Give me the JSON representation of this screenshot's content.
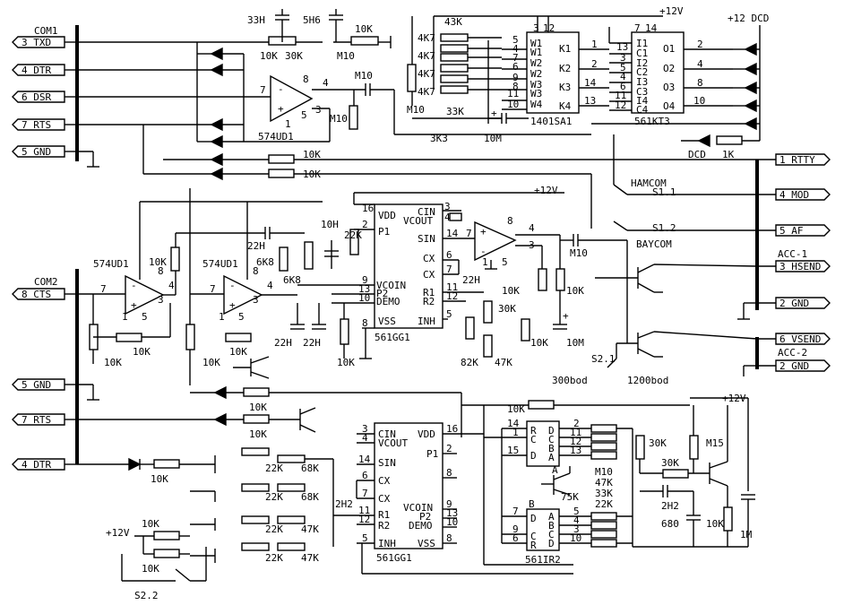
{
  "ports": {
    "com1": "COM1",
    "com2": "COM2",
    "txd": "3 TXD",
    "dtr": "4 DTR",
    "dsr": "6 DSR",
    "rts": "7 RTS",
    "gnd": "5 GND",
    "cts": "8 CTS",
    "gnd2": "5 GND",
    "rts2": "7 RTS",
    "dtr2": "4 DTR",
    "rtty": "1 RTTY",
    "mod": "4 MOD",
    "af": "5 AF",
    "hsend": "3 HSEND",
    "gnd3": "2 GND",
    "vsend": "6 VSEND",
    "gnd4": "2 GND",
    "acc1": "ACC-1",
    "acc2": "ACC-2"
  },
  "chips": {
    "u1": "574UD1",
    "u2": "574UD1",
    "u3": "574UD1",
    "sw": "1401SA1",
    "opto": "561KT3",
    "gg1a": "561GG1",
    "gg1b": "561GG1",
    "ir": "561IR2"
  },
  "power": {
    "p12": "+12V",
    "p12dcd": "+12 DCD"
  },
  "switches": {
    "hamcom": "HAMCOM",
    "s11": "S1.1",
    "s12": "S1.2",
    "baycom": "BAYCOM",
    "s21": "S2.1",
    "b300": "300bod",
    "b1200": "1200bod",
    "s22": "S2.2"
  },
  "parts": {
    "c33h": "33H",
    "c5h6": "5H6",
    "r10k": "10K",
    "r30k": "30K",
    "m10": "M10",
    "r43k": "43K",
    "r4k7": "4K7",
    "r33k": "33K",
    "r3k3": "3K3",
    "c10m": "10M",
    "r1k": "1K",
    "dcd": "DCD",
    "c22h": "22H",
    "r6k8": "6K8",
    "c10h": "10H",
    "r22k": "22K",
    "r82k": "82K",
    "r47k": "47K",
    "r68k": "68K",
    "c2h2": "2H2",
    "r75k": "75K",
    "m15": "M15",
    "c680": "680",
    "r1m": "1M",
    "r30k2": "30K"
  },
  "pins": {
    "sa_w1": "W1",
    "sa_w2": "W2",
    "sa_w3": "W3",
    "sa_w4": "W4",
    "sa_k1": "K1",
    "sa_k2": "K2",
    "sa_k3": "K3",
    "sa_k4": "K4",
    "kt_i1": "I1",
    "kt_c1": "C1",
    "kt_i2": "I2",
    "kt_c2": "C2",
    "kt_i3": "I3",
    "kt_c3": "C3",
    "kt_i4": "I4",
    "kt_c4": "C4",
    "kt_o1": "O1",
    "kt_o2": "O2",
    "kt_o3": "O3",
    "kt_o4": "O4",
    "gg_vdd": "VDD",
    "gg_cin": "CIN",
    "gg_vcout": "VCOUT",
    "gg_p1": "P1",
    "gg_sin": "SIN",
    "gg_cx": "CX",
    "gg_vcoin": "VCOIN",
    "gg_p2": "P2",
    "gg_demo": "DEMO",
    "gg_r1": "R1",
    "gg_r2": "R2",
    "gg_vss": "VSS",
    "gg_inh": "INH",
    "ir_r": "R",
    "ir_c": "C",
    "ir_d": "D",
    "ir_a": "A",
    "ir_b": "B"
  }
}
